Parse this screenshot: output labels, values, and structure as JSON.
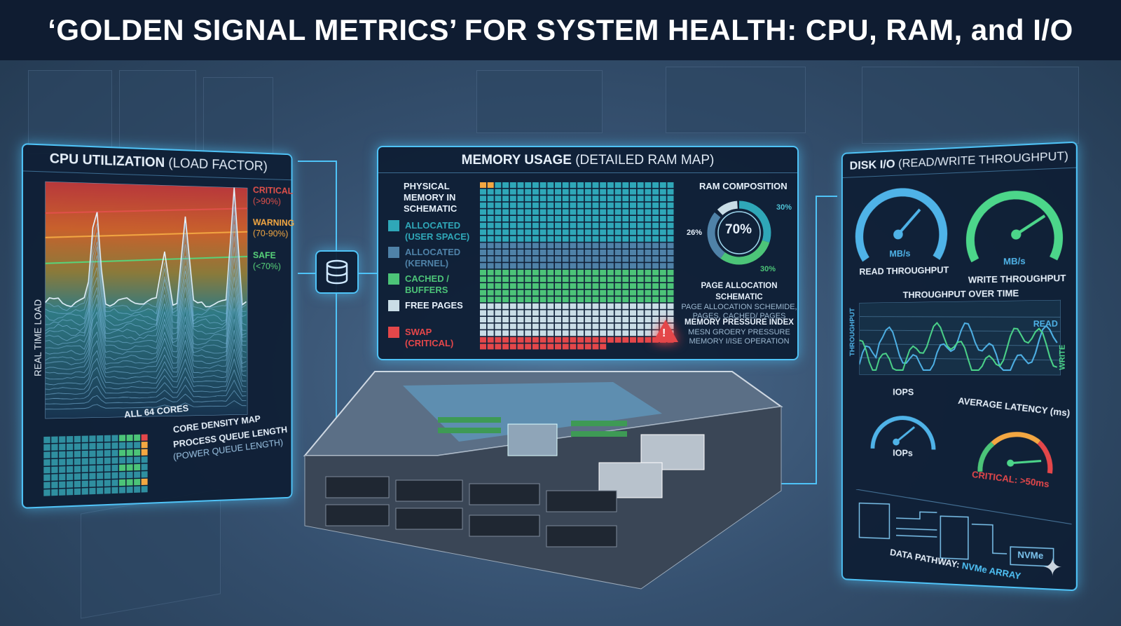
{
  "title": "‘GOLDEN SIGNAL METRICS’ FOR SYSTEM HEALTH: CPU, RAM, and I/O",
  "cpu": {
    "title_bold": "CPU UTILIZATION",
    "title_rest": "(LOAD FACTOR)",
    "y_label": "REAL TIME LOAD",
    "zones": [
      {
        "label": "CRITICAL",
        "range": "(>90%)",
        "color": "#e0504a"
      },
      {
        "label": "WARNING",
        "range": "(70-90%)",
        "color": "#f3a742"
      },
      {
        "label": "SAFE",
        "range": "(<70%)",
        "color": "#58d47a"
      }
    ],
    "cores_label": "ALL 64 CORES",
    "density_label": "CORE DENSITY MAP",
    "queue_label": "PROCESS QUEUE LENGTH",
    "queue_sub": "(POWER QUEUE LENGTH)"
  },
  "memory": {
    "title_bold": "MEMORY USAGE",
    "title_rest": "(DETAILED RAM MAP)",
    "schematic_label": "PHYSICAL MEMORY IN SCHEMATIC",
    "legend": [
      {
        "label": "ALLOCATED (USER SPACE)",
        "color": "#2fa7b8"
      },
      {
        "label": "ALLOCATED (KERNEL)",
        "color": "#4f82a8"
      },
      {
        "label": "CACHED / BUFFERS",
        "color": "#4cc478"
      },
      {
        "label": "FREE PAGES",
        "color": "#c9dde6"
      },
      {
        "label": "SWAP (CRITICAL)",
        "color": "#e4474a"
      }
    ],
    "composition_title": "RAM COMPOSITION",
    "composition_center": "70%",
    "composition_labels": [
      "30%",
      "26%",
      "30%"
    ],
    "page_alloc_title": "PAGE ALLOCATION SCHEMATIC",
    "page_alloc_sub1": "PAGE ALLOCATION SCHEMIDE,",
    "page_alloc_sub2": "PAGES, CACHED/ PAGES",
    "pressure_title": "MEMORY PRESSURE INDEX",
    "pressure_sub1": "MESN GROERY PRESSURE",
    "pressure_sub2": "MEMORY I/ISE OPERATION"
  },
  "disk": {
    "title_bold": "DISK I/O",
    "title_rest": "(READ/WRITE THROUGHPUT)",
    "read_unit": "MB/s",
    "read_label": "READ THROUGHPUT",
    "write_unit": "MB/s",
    "write_label": "WRITE THROUGHPUT",
    "chart_title": "THROUGHPUT OVER TIME",
    "chart_y": "THROUGHPUT",
    "series_read": "READ",
    "series_write": "WRITE",
    "iops_title": "IOPS",
    "iops_unit": "IOPs",
    "latency_title": "AVERAGE LATENCY (ms)",
    "latency_critical": "CRITICAL: >50ms",
    "nvme": "NVMe",
    "pathway_prefix": "DATA PATHWAY:",
    "pathway_value": "NVMe ARRAY"
  }
}
